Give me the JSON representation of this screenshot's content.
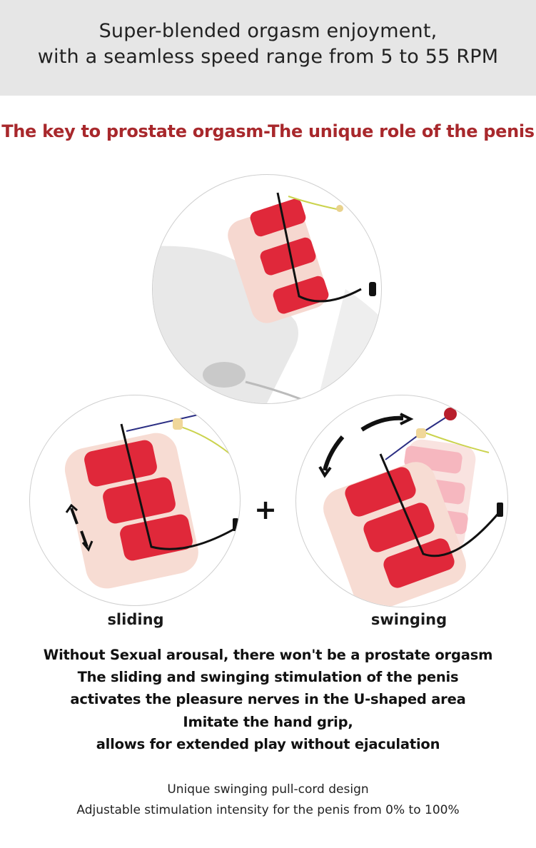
{
  "banner": {
    "line1": "Super-blended orgasm enjoyment,",
    "line2": "with a seamless speed range from 5 to 55 RPM",
    "background": "#e6e6e6"
  },
  "subtitle": {
    "text": "The key to prostate orgasm-The unique role of the penis",
    "color": "#a8282c"
  },
  "illustrations": {
    "plus_sign": "+",
    "left_caption": "sliding",
    "right_caption": "swinging",
    "accent_color": "#e0283a"
  },
  "description": {
    "lines": [
      "Without Sexual arousal, there won't be a prostate orgasm",
      "The sliding and swinging stimulation of the penis",
      "activates the pleasure nerves in the U-shaped area",
      "Imitate the hand grip,",
      "allows for extended play without ejaculation"
    ]
  },
  "footer": {
    "lines": [
      "Unique swinging pull-cord design",
      "Adjustable stimulation intensity for the penis from 0% to 100%"
    ]
  }
}
